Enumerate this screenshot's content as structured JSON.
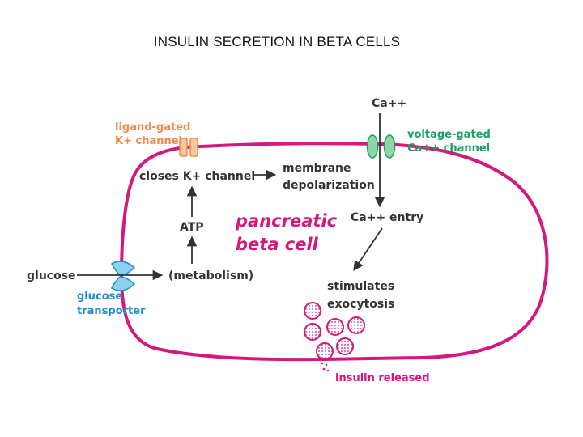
{
  "slide": {
    "title": "INSULIN SECRETION IN BETA CELLS"
  },
  "diagram": {
    "cell_label": [
      "pancreatic",
      "beta cell"
    ],
    "ligand_channel_label": [
      "ligand-gated",
      "K+ channel"
    ],
    "voltage_channel_label": [
      "voltage-gated",
      "Ca++ channel"
    ],
    "ca_top": "Ca++",
    "closes_k": "closes K+ channel",
    "membrane_depol": [
      "membrane",
      "depolarization"
    ],
    "ca_entry": "Ca++ entry",
    "atp": "ATP",
    "glucose": "glucose",
    "metabolism": "(metabolism)",
    "glucose_transporter": [
      "glucose",
      "transporter"
    ],
    "stimulates": [
      "stimulates",
      "exocytosis"
    ],
    "insulin_released": "insulin released"
  },
  "colors": {
    "membrane": "#d4197c",
    "ligand_channel": "#f08a4b",
    "ligand_fill": "#f9c7a0",
    "voltage_channel": "#1aa060",
    "voltage_fill": "#8ed5a9",
    "transporter": "#1e8fd0",
    "transporter_fill": "#8fd0f0",
    "text_dark": "#333333",
    "vesicle": "#d4197c"
  }
}
